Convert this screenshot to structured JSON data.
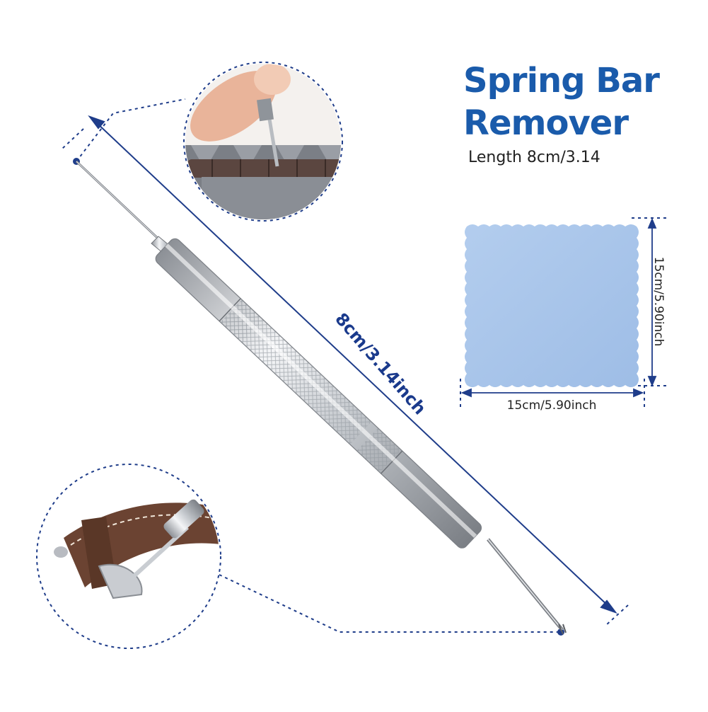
{
  "title_line1": "Spring Bar",
  "title_line2": "Remover",
  "subtitle": "Length 8cm/3.14",
  "tool_length_label": "8cm/3.14inch",
  "cloth_width_label": "15cm/5.90inch",
  "cloth_height_label": "15cm/5.90inch",
  "colors": {
    "title": "#1a5bab",
    "dimension_line": "#1f3d8a",
    "cloth": "#a9c7ea",
    "metal": "#c8ccd2"
  },
  "icons": [
    "spring-bar-tool-icon",
    "watch-band-inset-icon",
    "leather-strap-inset-icon",
    "cleaning-cloth-icon"
  ]
}
